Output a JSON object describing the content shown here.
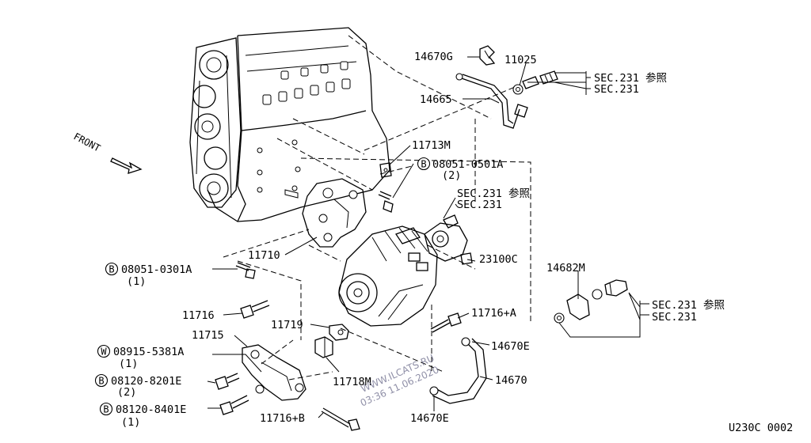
{
  "labels": {
    "p14670g": "14670G",
    "p11025": "11025",
    "p14665": "14665",
    "sec1a": "SEC.231 参照",
    "sec1b": "SEC.231",
    "front": "FRONT",
    "p11713m": "11713M",
    "bolt_a_code": "08051-0501A",
    "bolt_a_qty": "(2)",
    "sec2a": "SEC.231 参照",
    "sec2b": "SEC.231",
    "p11710": "11710",
    "p23100c": "23100C",
    "bolt_b_code": "08051-0301A",
    "bolt_b_qty": "(1)",
    "p14682m": "14682M",
    "p11716": "11716",
    "p11719": "11719",
    "p11716a": "11716+A",
    "sec3a": "SEC.231 参照",
    "sec3b": "SEC.231",
    "p11715": "11715",
    "p14670e_a": "14670E",
    "w_code": "08915-5381A",
    "w_qty": "(1)",
    "p11718m": "11718M",
    "b_e1_code": "08120-8201E",
    "b_e1_qty": "(2)",
    "p14670": "14670",
    "b_e2_code": "08120-8401E",
    "b_e2_qty": "(1)",
    "p11716b": "11716+B",
    "p14670e_b": "14670E",
    "diagram_code": "U230C 0002"
  },
  "markers": {
    "bolt": "B",
    "washer": "W"
  },
  "watermark": {
    "site": "WWW.ILCATS.RU",
    "stamp": "03:36 11.06.2020"
  }
}
